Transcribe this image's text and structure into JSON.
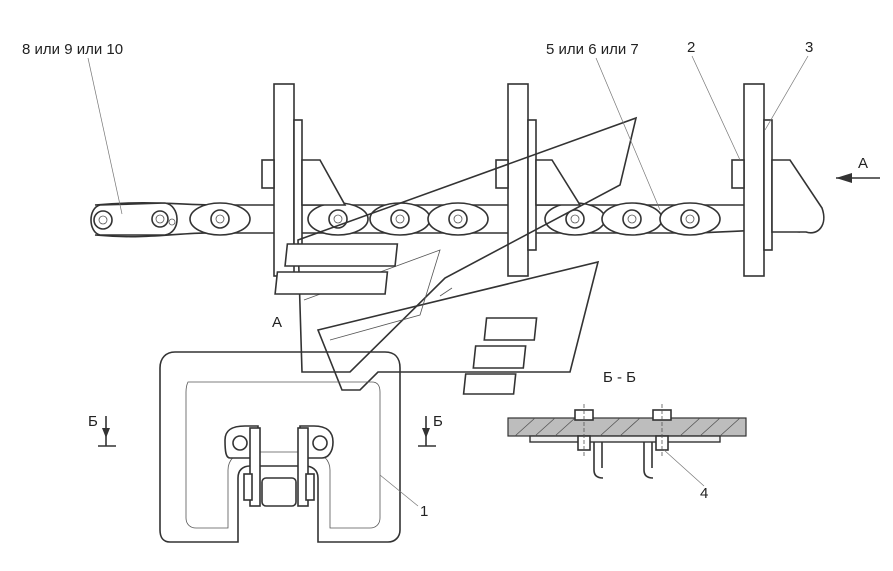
{
  "labels": {
    "callout_chain_end": "8 или 9 или 10",
    "callout_link": "5 или 6 или 7",
    "callout_2": "2",
    "callout_3": "3",
    "view_a_arrow": "А",
    "view_a": "А",
    "section_mark_left": "Б",
    "section_mark_right": "Б",
    "section_title": "Б - Б",
    "callout_1": "1",
    "callout_4": "4"
  },
  "colors": {
    "line": "#333333",
    "hatch": "#bdbdbd",
    "background": "#ffffff"
  }
}
